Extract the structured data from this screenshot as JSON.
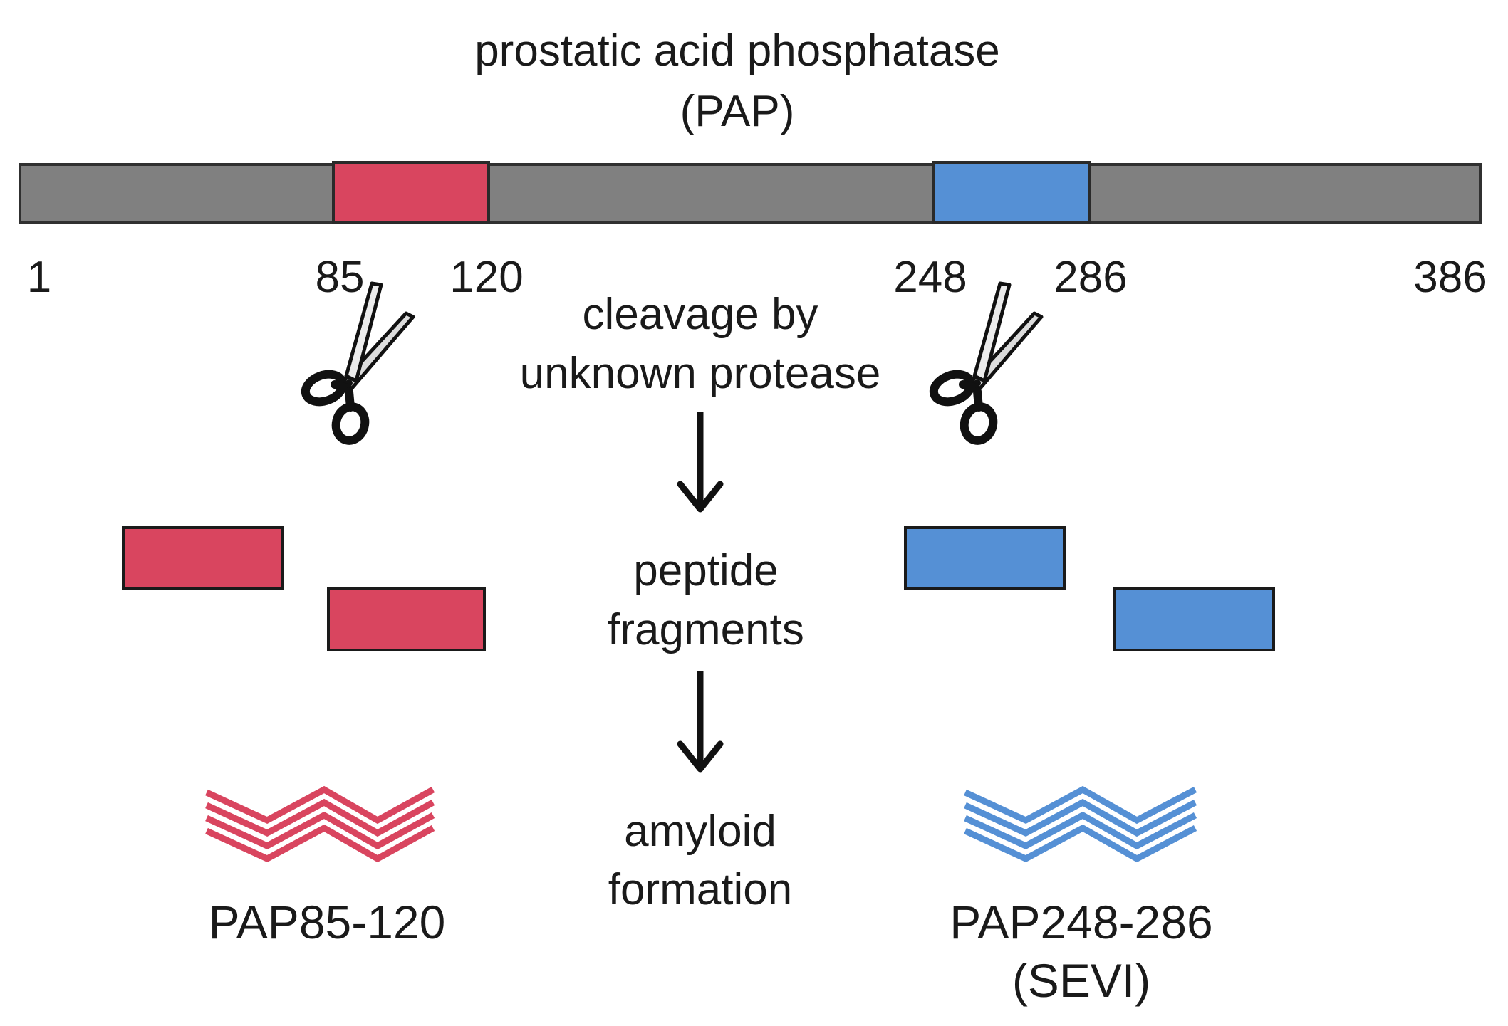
{
  "title": {
    "line1": "prostatic acid phosphatase",
    "line2": "(PAP)"
  },
  "protein": {
    "length": 386,
    "backbone_color": "#808080",
    "positions": [
      "1",
      "85",
      "120",
      "248",
      "286",
      "386"
    ],
    "regions": [
      {
        "start": 85,
        "end": 120,
        "color": "#d9455f"
      },
      {
        "start": 248,
        "end": 286,
        "color": "#5590d5"
      }
    ]
  },
  "cleavage": {
    "line1": "cleavage by",
    "line2": "unknown protease",
    "icon": "scissors-icon"
  },
  "fragments": {
    "line1": "peptide",
    "line2": "fragments",
    "colors": {
      "red": "#d9455f",
      "blue": "#5590d5"
    }
  },
  "amyloid": {
    "line1": "amyloid",
    "line2": "formation",
    "icon": "amyloid-fibril-icon"
  },
  "products": {
    "red_label": "PAP85-120",
    "blue_label_line1": "PAP248-286",
    "blue_label_line2": "(SEVI)"
  }
}
